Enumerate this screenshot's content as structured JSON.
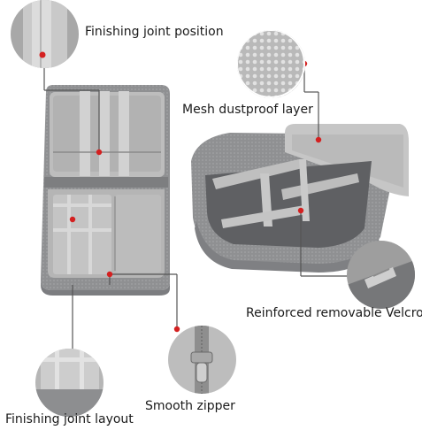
{
  "callouts": {
    "top_left": "Finishing joint position",
    "mesh": "Mesh dustproof layer",
    "velcro": "Reinforced removable Velcro",
    "bottom_left": "Finishing joint layout",
    "zipper": "Smooth zipper"
  },
  "colors": {
    "leader_line": "#555555",
    "marker_dot": "#d42020",
    "fabric_light": "#c8c8c8",
    "fabric_dark": "#8e8e8e",
    "lining": "#b7b7b7"
  }
}
